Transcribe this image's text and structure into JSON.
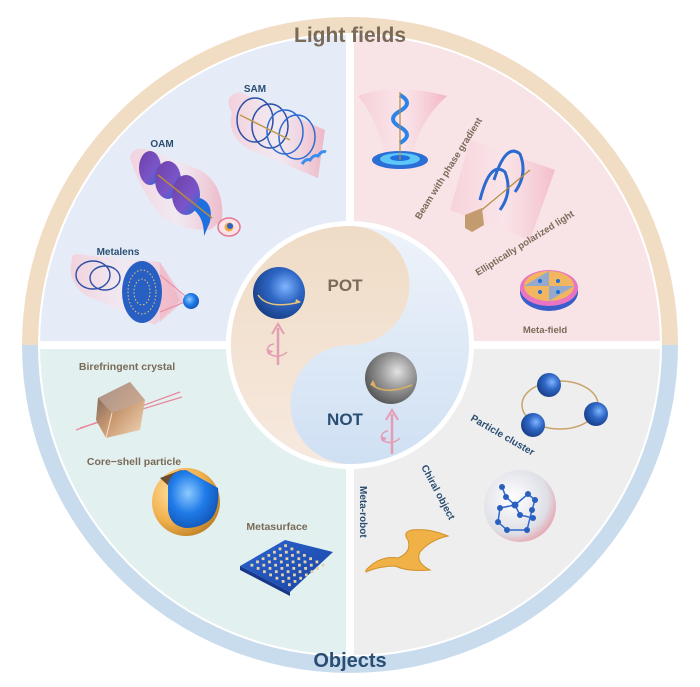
{
  "rings": {
    "top": {
      "label": "Light fields",
      "color": "#f1dcc4",
      "text_color": "#7a6a58"
    },
    "bottom": {
      "label": "Objects",
      "color": "#c9dcee",
      "text_color": "#2a4e72"
    }
  },
  "quadrants": {
    "light_field_left": {
      "background": "#e4ebf6",
      "items": [
        {
          "label": "SAM",
          "icon": "sam-beam-icon"
        },
        {
          "label": "OAM",
          "icon": "oam-beam-icon"
        },
        {
          "label": "Metalens",
          "icon": "metalens-icon"
        }
      ],
      "label_color": "#2a4e72"
    },
    "light_field_right": {
      "background": "#f8e4e6",
      "items": [
        {
          "label": "Beam with phase gradient",
          "icon": "phase-gradient-beam-icon"
        },
        {
          "label": "Elliptically polarized light",
          "icon": "elliptical-polarization-icon"
        },
        {
          "label": "Meta-field",
          "icon": "meta-field-icon"
        }
      ],
      "label_color": "#7a6a58"
    },
    "objects_left": {
      "background": "#e3f0f0",
      "items": [
        {
          "label": "Birefringent crystal",
          "icon": "birefringent-crystal-icon"
        },
        {
          "label": "Core−shell particle",
          "icon": "core-shell-particle-icon"
        },
        {
          "label": "Metasurface",
          "icon": "metasurface-icon"
        }
      ],
      "label_color": "#7a6a58"
    },
    "objects_right": {
      "background": "#efefef",
      "items": [
        {
          "label": "Particle cluster",
          "icon": "particle-cluster-icon"
        },
        {
          "label": "Chiral object",
          "icon": "chiral-object-icon"
        },
        {
          "label": "Meta-robot",
          "icon": "meta-robot-icon"
        }
      ],
      "label_color": "#2a4e72"
    }
  },
  "center": {
    "pot": {
      "label": "POT",
      "color": "#7a6a58",
      "region_color": "#f1dcc4"
    },
    "not": {
      "label": "NOT",
      "color": "#2a4e72",
      "region_color": "#dbe8f5"
    }
  }
}
